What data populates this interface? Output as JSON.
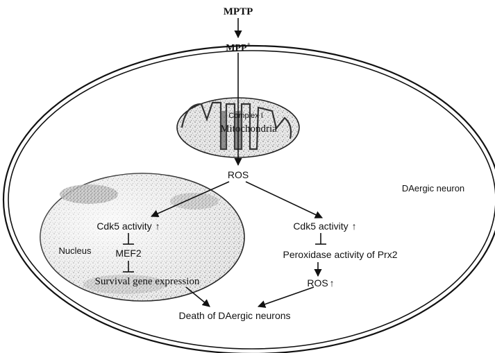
{
  "diagram": {
    "top_inputs": {
      "mptp": "MPTP",
      "mpp_base": "MPP",
      "mpp_superscript": "+"
    },
    "mitochondrion": {
      "complex_label": "Complex I",
      "organelle_label": "Mitochondria"
    },
    "ros_center": "ROS",
    "cell_label": "DAergic neuron",
    "nucleus": {
      "label": "Nucleus",
      "cdk5": "Cdk5 activity",
      "mef2": "MEF2",
      "survival": "Survival gene expression"
    },
    "cytoplasm_pathway": {
      "cdk5": "Cdk5 activity",
      "prx2": "Peroxidase activity of Prx2",
      "ros": "ROS"
    },
    "outcome": "Death of DAergic neurons",
    "up_arrow_glyph": "↑"
  }
}
